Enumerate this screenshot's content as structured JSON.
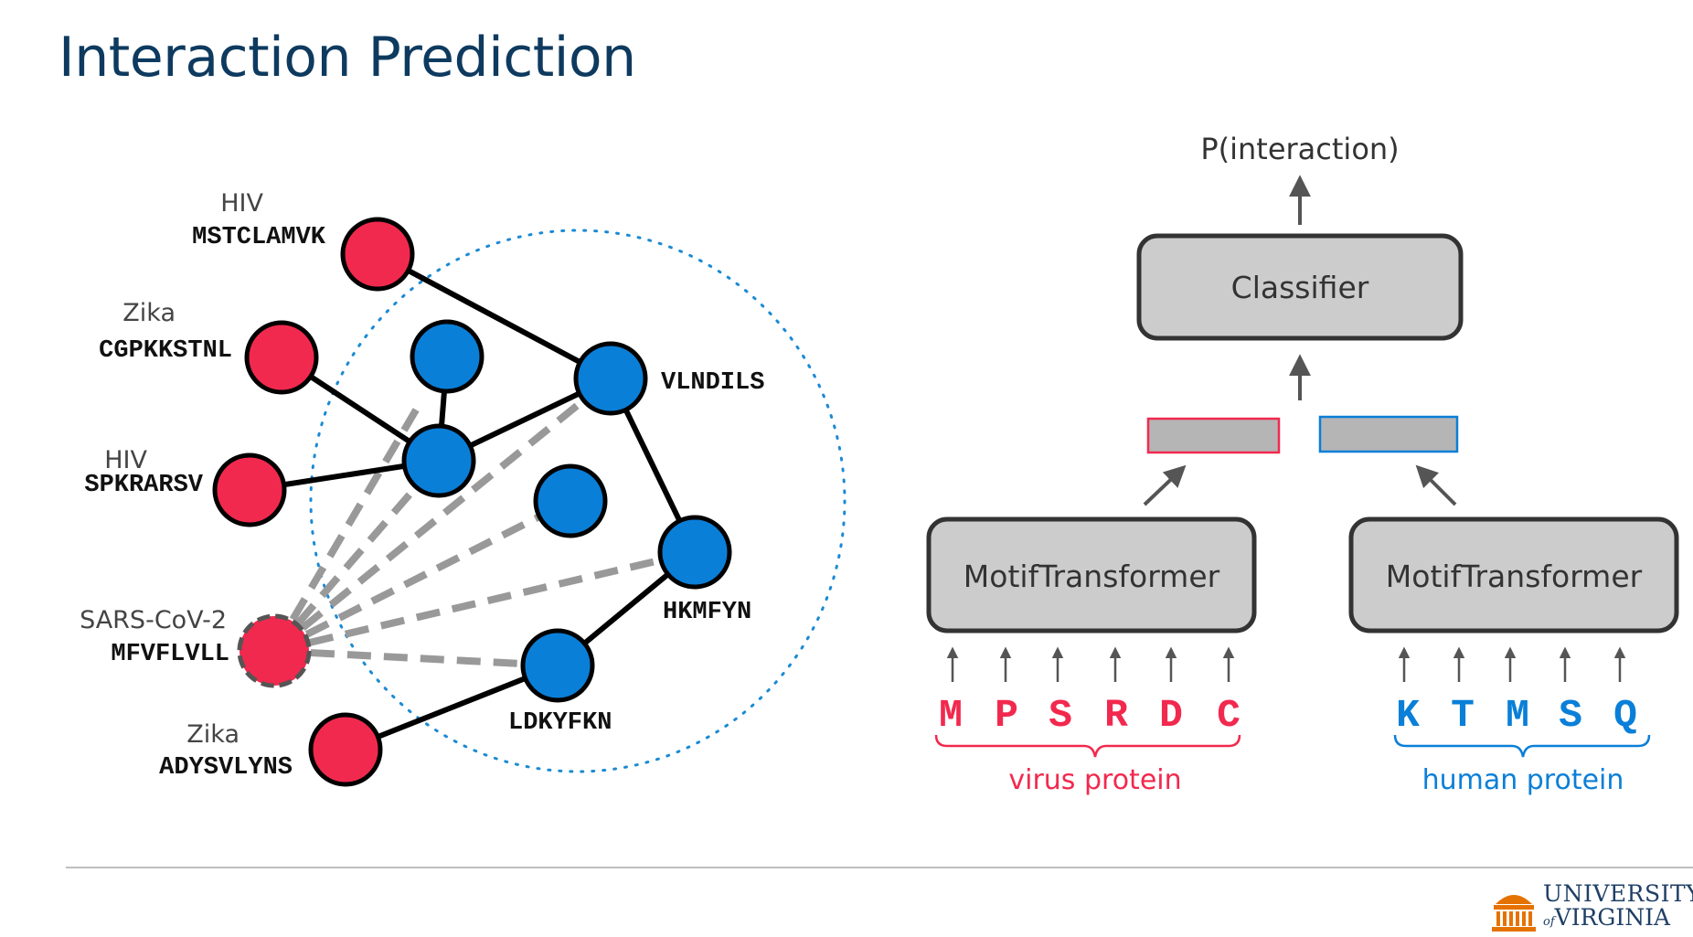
{
  "title": "Interaction Prediction",
  "network": {
    "virus_nodes": [
      {
        "virus": "HIV",
        "seq": "MSTCLAMVK"
      },
      {
        "virus": "Zika",
        "seq": "CGPKKSTNL"
      },
      {
        "virus": "HIV",
        "seq": "SPKRARSV"
      },
      {
        "virus": "SARS-CoV-2",
        "seq": "MFVFLVLL"
      },
      {
        "virus": "Zika",
        "seq": "ADYSVLYNS"
      }
    ],
    "human_labels": [
      "VLNDILS",
      "HKMFYN",
      "LDKYFKN"
    ]
  },
  "model": {
    "output": "P(interaction)",
    "classifier": "Classifier",
    "encoder_left": "MotifTransformer",
    "encoder_right": "MotifTransformer",
    "virus_tokens": [
      "M",
      "P",
      "S",
      "R",
      "D",
      "C"
    ],
    "human_tokens": [
      "K",
      "T",
      "M",
      "S",
      "Q"
    ],
    "virus_label": "virus protein",
    "human_label": "human protein"
  },
  "logo": {
    "line1": "UNIVERSITY",
    "of": "of",
    "line2": "VIRGINIA"
  },
  "colors": {
    "virus": "#f2294e",
    "human": "#0a7fd8",
    "title": "#0e3a5f",
    "box": "#cccccc"
  }
}
